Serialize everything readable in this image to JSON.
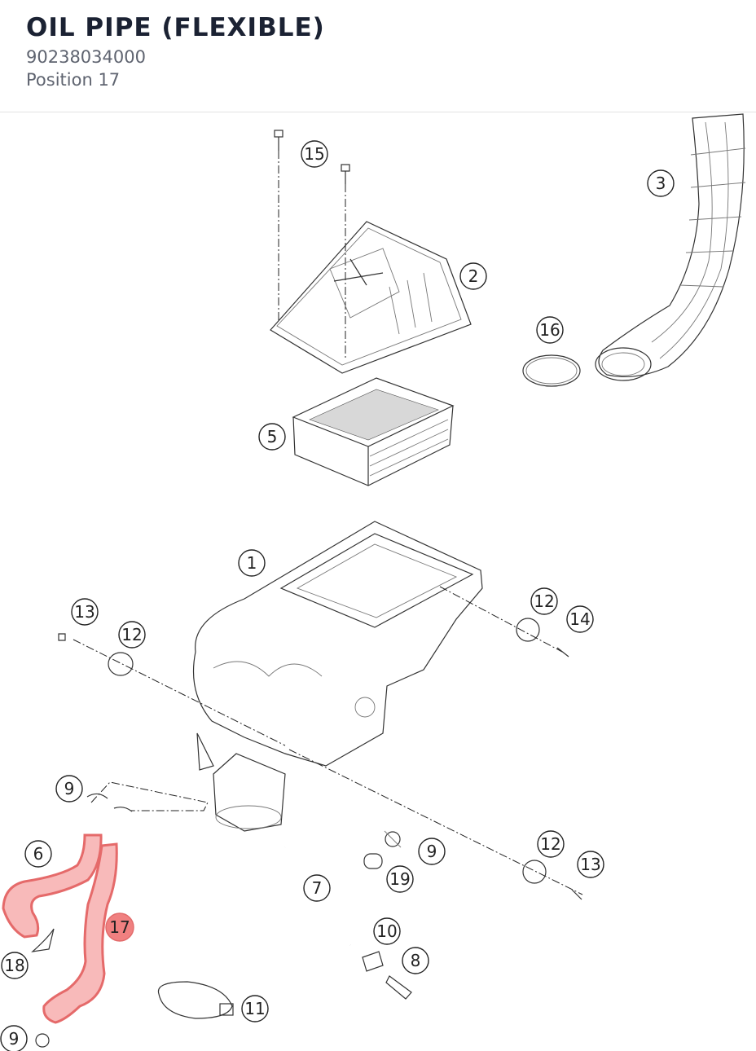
{
  "header": {
    "title": "OIL PIPE (FLEXIBLE)",
    "part_number": "90238034000",
    "position": "Position 17"
  },
  "diagram": {
    "highlight_color": "#f08080",
    "callouts": [
      "15",
      "2",
      "3",
      "16",
      "5",
      "1",
      "13",
      "12",
      "12",
      "14",
      "9",
      "6",
      "17",
      "18",
      "9",
      "7",
      "9",
      "19",
      "12",
      "13",
      "10",
      "8",
      "11"
    ]
  }
}
